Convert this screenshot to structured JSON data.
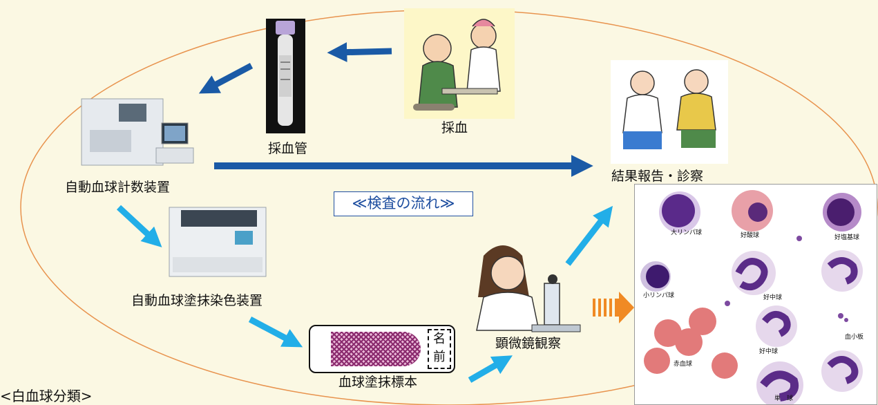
{
  "flow_title": "≪検査の流れ≫",
  "section_title": "<白血球分類>",
  "nodes": {
    "blood_draw": "採血",
    "blood_tube": "採血管",
    "counter": "自動血球計数装置",
    "stainer": "自動血球塗抹染色装置",
    "smear": "血球塗抹標本",
    "microscope": "顕微鏡観察",
    "report": "結果報告・診察"
  },
  "smear_name_tag": [
    "名",
    "前"
  ],
  "cells": {
    "large_lymph": "大リンパ球",
    "eosinophil": "好酸球",
    "basophil": "好塩基球",
    "small_lymph": "小リンパ球",
    "neutrophil_1": "好中球",
    "neutrophil_2": "好中球",
    "platelet": "血小板",
    "rbc": "赤血球",
    "monocyte": "単　球"
  },
  "colors": {
    "background": "#fbf8e3",
    "ellipse": "#e8934e",
    "arrow_dark": "#1a5aa6",
    "arrow_light": "#22aee8",
    "arrow_orange": "#f08a24",
    "title_blue": "#1f4fa0"
  }
}
